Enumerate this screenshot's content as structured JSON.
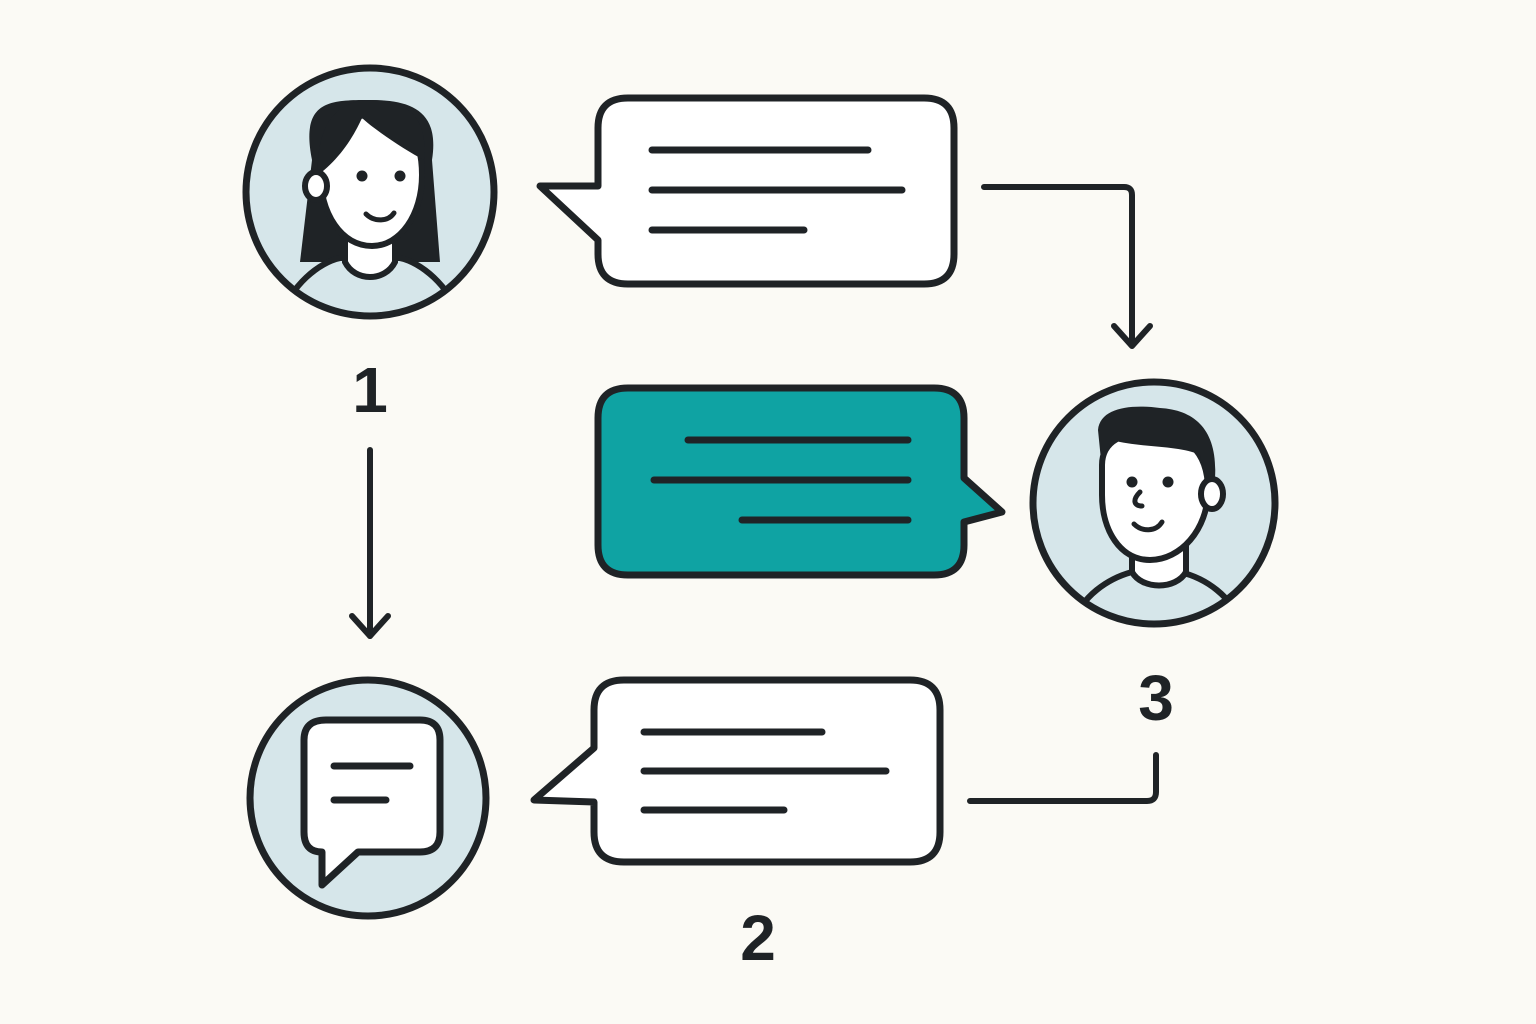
{
  "steps": [
    {
      "number": "1",
      "participant": "woman"
    },
    {
      "number": "2",
      "participant": "chat"
    },
    {
      "number": "3",
      "participant": "man"
    }
  ],
  "colors": {
    "background": "#fbfaf5",
    "outline": "#1f2326",
    "avatar_fill": "#d6e6ea",
    "accent_bubble": "#0fa3a3",
    "bubble_fill": "#ffffff"
  },
  "icons": {
    "person_1": "woman-avatar-icon",
    "person_2": "chat-bubble-icon",
    "person_3": "man-avatar-icon"
  }
}
